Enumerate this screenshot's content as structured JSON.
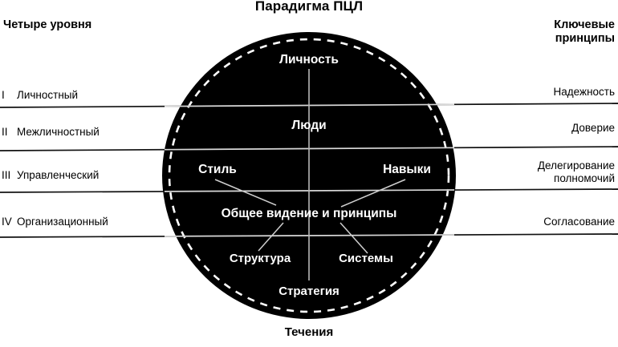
{
  "title": "Парадигма ПЦЛ",
  "caption": "Течения",
  "left_heading": "Четыре уровня",
  "right_heading_line1": "Ключевые",
  "right_heading_line2": "принципы",
  "colors": {
    "background": "#ffffff",
    "circle_fill": "#000000",
    "text_dark": "#000000",
    "text_light": "#ffffff",
    "divider": "#1a1a1a",
    "connector": "#cfcfcf",
    "dashed_ring": "#ffffff"
  },
  "levels": [
    {
      "numeral": "I",
      "label": "Личностный"
    },
    {
      "numeral": "II",
      "label": "Межличностный"
    },
    {
      "numeral": "III",
      "label": "Управленческий"
    },
    {
      "numeral": "IV",
      "label": "Организационный"
    }
  ],
  "principles": [
    {
      "line1": "Надежность",
      "line2": ""
    },
    {
      "line1": "Доверие",
      "line2": ""
    },
    {
      "line1": "Делегирование",
      "line2": "полномочий"
    },
    {
      "line1": "Согласование",
      "line2": ""
    }
  ],
  "nodes": [
    {
      "id": "personality",
      "label": "Личность"
    },
    {
      "id": "people",
      "label": "Люди"
    },
    {
      "id": "style",
      "label": "Стиль"
    },
    {
      "id": "skills",
      "label": "Навыки"
    },
    {
      "id": "shared",
      "label": "Общее видение и принципы"
    },
    {
      "id": "structure",
      "label": "Структура"
    },
    {
      "id": "systems",
      "label": "Системы"
    },
    {
      "id": "strategy",
      "label": "Стратегия"
    }
  ]
}
